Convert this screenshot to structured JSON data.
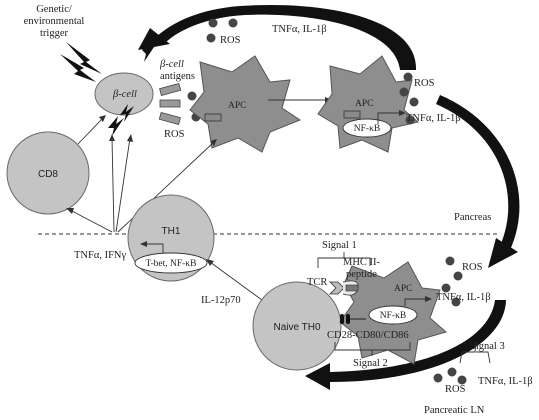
{
  "labels": {
    "trigger_line1": "Genetic/",
    "trigger_line2": "environmental",
    "trigger_line3": "trigger",
    "beta_cell": "β-cell",
    "beta_antigens_line1": "β-cell",
    "beta_antigens_line2": "antigens",
    "ros": "ROS",
    "cytokines_top": "TNFα, IL-1β",
    "apc": "APC",
    "nfkb": "NF-κB",
    "cd8": "CD8",
    "tnf_ifn": "TNFα, IFNγ",
    "th1": "TH1",
    "tbet": "T-bet, NF-κB",
    "pancreas": "Pancreas",
    "il12": "IL-12p70",
    "naive_th0": "Naive TH0",
    "signal1": "Signal 1",
    "mhc_line1": "MHC II-",
    "mhc_line2": "peptide",
    "tcr": "TCR",
    "cd28": "CD28-CD80/CD86",
    "signal2": "Signal 2",
    "signal3": "Signal 3",
    "pancreatic_ln": "Pancreatic LN"
  }
}
